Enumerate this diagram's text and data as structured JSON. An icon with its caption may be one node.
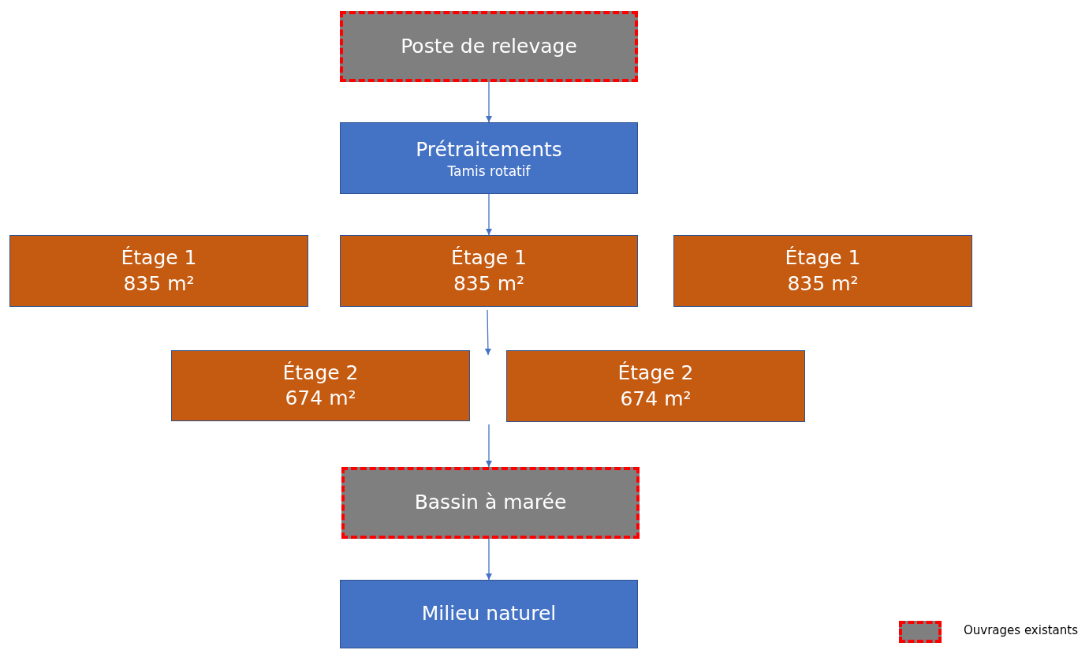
{
  "diagram": {
    "nodes": [
      {
        "text": [
          "Poste de relevage"
        ]
      },
      {
        "text": [
          "Prétraitements",
          "Tamis rotatif"
        ]
      },
      {
        "text": [
          "Étage 1",
          "835 m²"
        ]
      },
      {
        "text": [
          "Étage 1",
          "835 m²"
        ]
      },
      {
        "text": [
          "Étage 1",
          "835 m²"
        ]
      },
      {
        "text": [
          "Étage 2",
          "674 m²"
        ]
      },
      {
        "text": [
          "Étage 2",
          "674 m²"
        ]
      },
      {
        "text": [
          "Bassin à marée"
        ]
      },
      {
        "text": [
          "Milieu naturel"
        ]
      }
    ],
    "edges": [
      {
        "from": 0,
        "to": 1,
        "arrow": "to"
      },
      {
        "from": 1,
        "to": 3,
        "arrow": "to"
      },
      {
        "from": 3,
        "to": 5,
        "arrow": "to"
      },
      {
        "from": null,
        "to": 7,
        "arrow": "to"
      },
      {
        "from": 7,
        "to": 8,
        "arrow": "to"
      }
    ],
    "legend": [
      {
        "text": "Ouvrages existants",
        "color": "#7f7f7f"
      }
    ]
  }
}
